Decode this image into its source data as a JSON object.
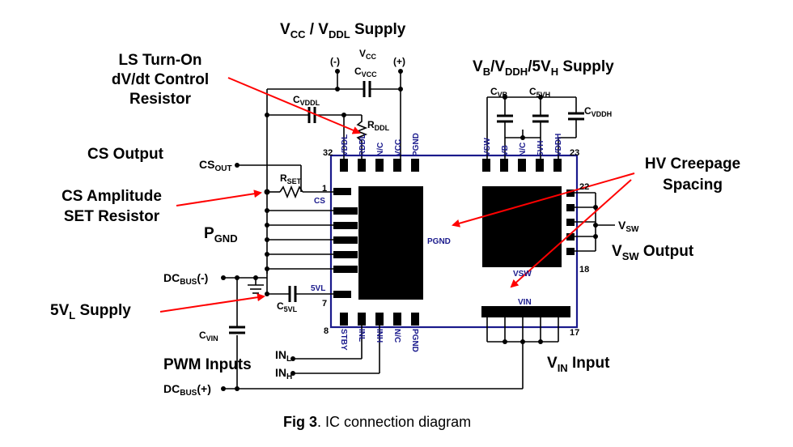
{
  "caption": {
    "prefix": "Fig 3",
    "text": ". IC connection diagram"
  },
  "labels": {
    "vcc_vddl_supply": {
      "a": "V",
      "a_sub": "CC",
      "b": " / V",
      "b_sub": "DDL",
      "c": " Supply"
    },
    "vb_supply": {
      "a": "V",
      "a_sub": "B",
      "b": "/V",
      "b_sub": "DDH",
      "c": "/5V",
      "c_sub": "H",
      "d": " Supply"
    },
    "ls_turn_on": [
      "LS Turn-On",
      "dV/dt Control",
      "Resistor"
    ],
    "cs_output": "CS Output",
    "cs_amplitude": [
      "CS Amplitude",
      "SET Resistor"
    ],
    "pgnd": {
      "a": "P",
      "a_sub": "GND"
    },
    "dcbus_neg": {
      "a": "DC",
      "a_sub": "BUS",
      "b": "(-)"
    },
    "dcbus_pos": {
      "a": "DC",
      "a_sub": "BUS",
      "b": "(+)"
    },
    "five_vl_supply": {
      "a": "5V",
      "a_sub": "L",
      "b": " Supply"
    },
    "cvin": {
      "a": "C",
      "a_sub": "VIN"
    },
    "pwm_inputs": "PWM Inputs",
    "inl": {
      "a": "IN",
      "a_sub": "L"
    },
    "inh": {
      "a": "IN",
      "a_sub": "H"
    },
    "hv_creepage": [
      "HV Creepage",
      "Spacing"
    ],
    "vsw_output": {
      "a": "V",
      "a_sub": "SW",
      "b": " Output"
    },
    "vsw_node": {
      "a": "V",
      "a_sub": "SW"
    },
    "vin_input": {
      "a": "V",
      "a_sub": "IN",
      "b": " Input"
    },
    "vcc_top": {
      "a": "V",
      "a_sub": "CC"
    },
    "minus": "(-)",
    "plus": "(+)",
    "cvcc": {
      "a": "C",
      "a_sub": "VCC"
    },
    "cvddl": {
      "a": "C",
      "a_sub": "VDDL"
    },
    "rddl": {
      "a": "R",
      "a_sub": "DDL"
    },
    "rset": {
      "a": "R",
      "a_sub": "SET"
    },
    "csout": {
      "a": "CS",
      "a_sub": "OUT"
    },
    "c5vl": {
      "a": "C",
      "a_sub": "5VL"
    },
    "cvb": {
      "a": "C",
      "a_sub": "VB"
    },
    "c5vh": {
      "a": "C",
      "a_sub": "5VH"
    },
    "cvddh": {
      "a": "C",
      "a_sub": "VDDH"
    }
  },
  "pins": {
    "top_left": [
      "VDDL",
      "RDDL",
      "N/C",
      "VCC",
      "PGND"
    ],
    "top_right": [
      "VSW",
      "VB",
      "N/C",
      "5VH",
      "VDDH"
    ],
    "bottom_left": [
      "STBY",
      "INL",
      "INH",
      "N/C",
      "PGND"
    ],
    "cs": "CS",
    "five_vl": "5VL",
    "pgnd_pad": "PGND",
    "vsw_pad": "VSW",
    "vin_pad": "VIN"
  },
  "pin_numbers": {
    "p32": "32",
    "p23": "23",
    "p1": "1",
    "p22": "22",
    "p18": "18",
    "p7": "7",
    "p8": "8",
    "p17": "17"
  }
}
